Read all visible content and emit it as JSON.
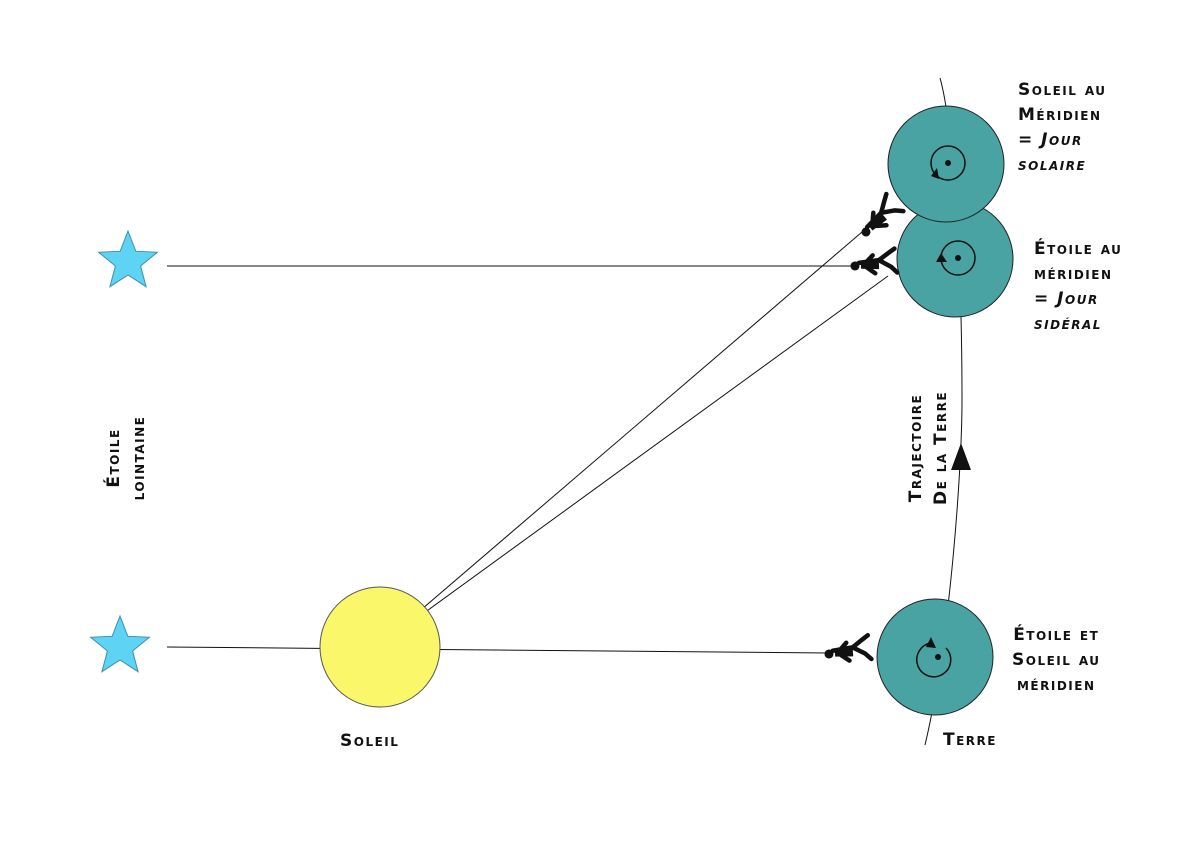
{
  "labels": {
    "solar_day": {
      "line1": "Soleil au",
      "line2": "Méridien",
      "line3_prefix": "= ",
      "line3_italic": "Jour",
      "line4_italic": "solaire"
    },
    "sidereal_day": {
      "line1": "Étoile au",
      "line2": "méridien",
      "line3_prefix": "= ",
      "line3_italic": "Jour",
      "line4_italic": "sidéral"
    },
    "both_meridian": {
      "line1": "Étoile et",
      "line2": "Soleil au",
      "line3": "méridien"
    },
    "sun": "Soleil",
    "earth": "Terre",
    "distant_star": {
      "line1": "Étoile",
      "line2": "lointaine"
    },
    "earth_trajectory": {
      "line1": "Trajectoire",
      "line2": "De la Terre"
    }
  },
  "colors": {
    "star": "#5fd3f3",
    "sun": "#fbf76a",
    "earth": "#4aa3a3",
    "line": "#111111"
  }
}
